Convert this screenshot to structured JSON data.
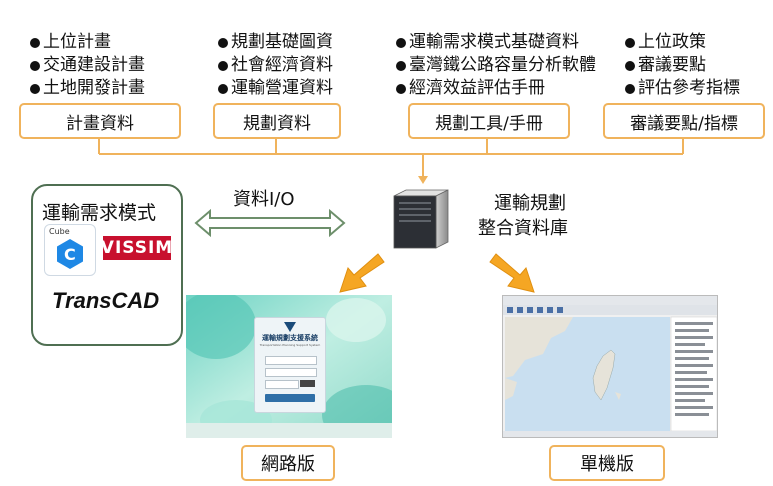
{
  "categories": [
    {
      "label": "計畫資料",
      "items": [
        "上位計畫",
        "交通建設計畫",
        "土地開發計畫"
      ]
    },
    {
      "label": "規劃資料",
      "items": [
        "規劃基礎圖資",
        "社會經濟資料",
        "運輸營運資料"
      ]
    },
    {
      "label": "規劃工具/手冊",
      "items": [
        "運輸需求模式基礎資料",
        "臺灣鐵公路容量分析軟體",
        "經濟效益評估手冊"
      ]
    },
    {
      "label": "審議要點/指標",
      "items": [
        "上位政策",
        "審議要點",
        "評估參考指標"
      ]
    }
  ],
  "model": {
    "title": "運輸需求模式",
    "cube_label": "Cube",
    "cube_letter": "C",
    "vissim": "VISSIM",
    "transcad": "TransCAD"
  },
  "data_io_label": "資料I/O",
  "database": {
    "line1": "運輸規劃",
    "line2": "整合資料庫"
  },
  "web": {
    "caption": "網路版",
    "system_title": "運輸規劃支援系統",
    "system_subtitle": "Transportation Planning Support System"
  },
  "desktop": {
    "caption": "單機版"
  },
  "colors": {
    "accent": "#f0b35c",
    "arrow": "#f5a623",
    "frame": "#4f6f52"
  }
}
